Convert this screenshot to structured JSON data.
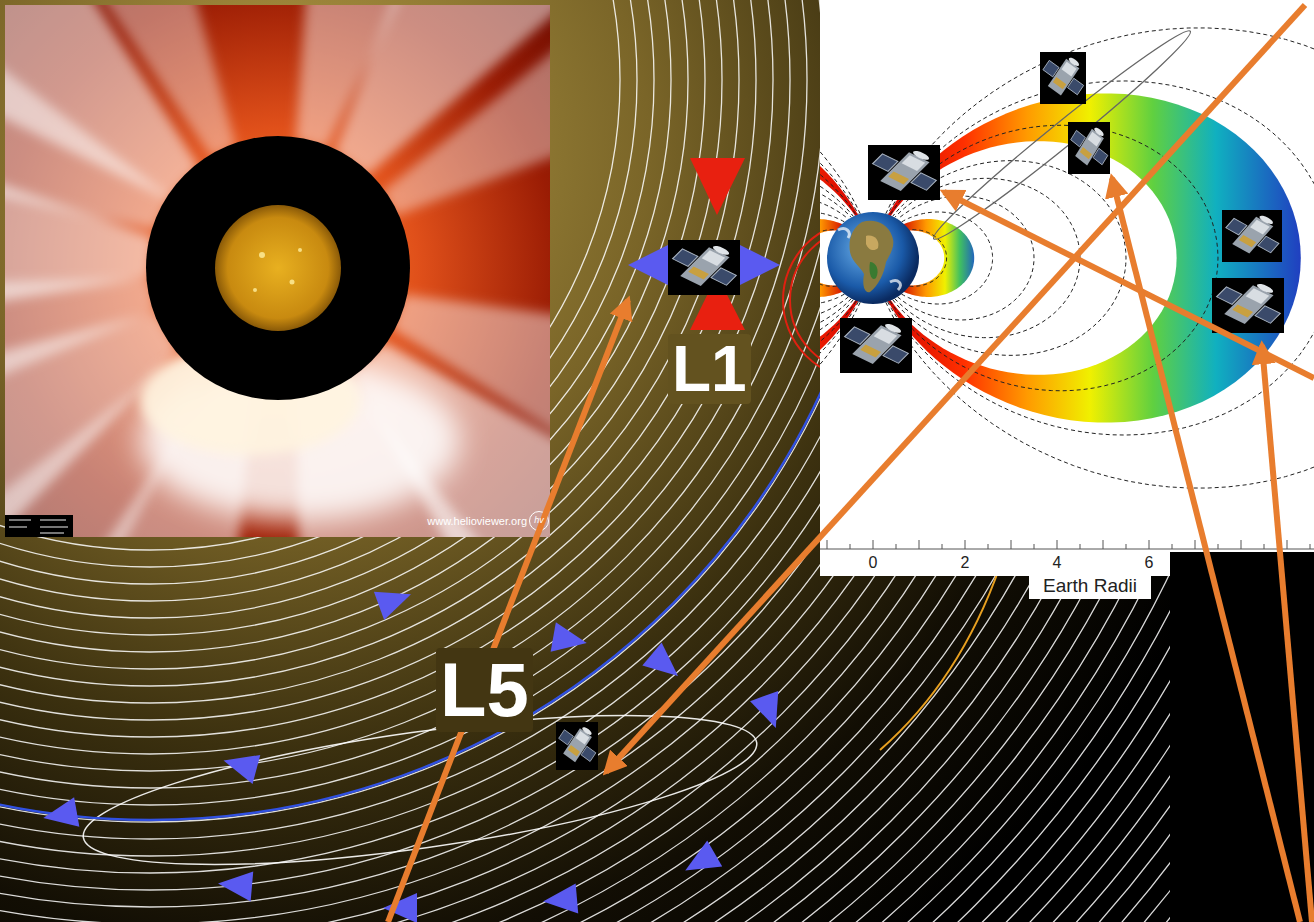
{
  "diagram": {
    "labels": [
      "www.helioviewer.org",
      "hv",
      "L1",
      "L5",
      "0",
      "2",
      "4",
      "6",
      "Earth Radii"
    ]
  }
}
